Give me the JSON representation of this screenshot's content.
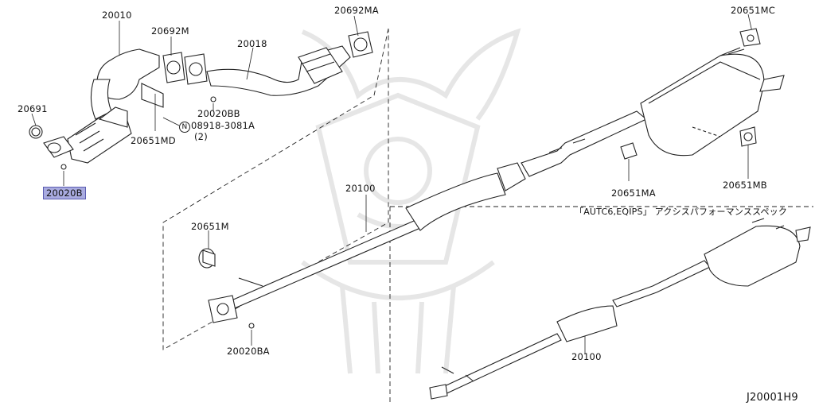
{
  "diagram": {
    "reference_code": "J20001H9",
    "variant_note": "「AUTC6,EQIPS」 アクシスパフォーマンススペック",
    "highlighted_part": "20020B",
    "callouts": [
      {
        "id": "c-20010",
        "text": "20010"
      },
      {
        "id": "c-20692m",
        "text": "20692M"
      },
      {
        "id": "c-20018",
        "text": "20018"
      },
      {
        "id": "c-20692ma",
        "text": "20692MA"
      },
      {
        "id": "c-20691",
        "text": "20691"
      },
      {
        "id": "c-20020bb",
        "text": "20020BB"
      },
      {
        "id": "c-08918",
        "text": "08918-3081A"
      },
      {
        "id": "c-qty2",
        "text": "(2)"
      },
      {
        "id": "c-20651md",
        "text": "20651MD"
      },
      {
        "id": "c-20020b",
        "text": "20020B"
      },
      {
        "id": "c-20100a",
        "text": "20100"
      },
      {
        "id": "c-20651m",
        "text": "20651M"
      },
      {
        "id": "c-20020ba",
        "text": "20020BA"
      },
      {
        "id": "c-20651mc",
        "text": "20651MC"
      },
      {
        "id": "c-20651ma",
        "text": "20651MA"
      },
      {
        "id": "c-20651mb",
        "text": "20651MB"
      },
      {
        "id": "c-20100b",
        "text": "20100"
      }
    ]
  }
}
